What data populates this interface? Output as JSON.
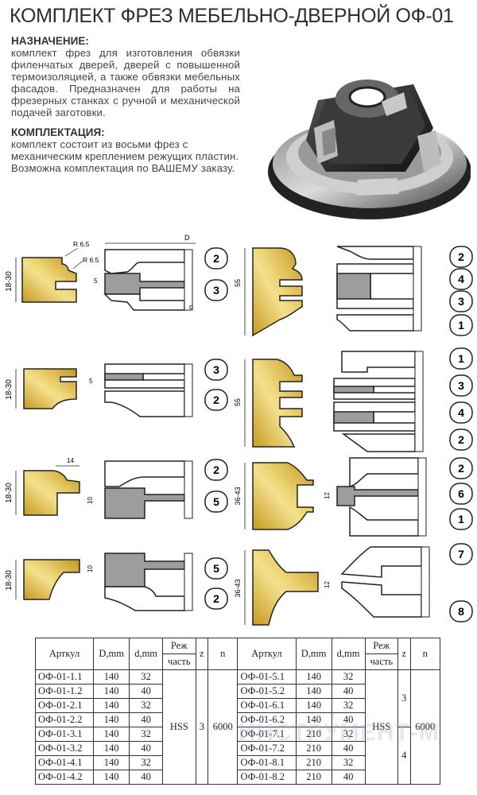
{
  "title": "КОМПЛЕКТ ФРЕЗ МЕБЕЛЬНО-ДВЕРНОЙ ОФ-01",
  "purpose": {
    "heading": "НАЗНАЧЕНИЕ:",
    "text": "комплект фрез для изготовления обвязки филенчатых дверей, дверей с повышенной термоизоляцией, а также обвязки мебельных фасадов. Предназначен для работы на фрезерных станках с ручной и механической подачей заготовки."
  },
  "kit": {
    "heading": "КОМПЛЕКТАЦИЯ:",
    "text1": "комплект состоит из восьми фрез с механическим креплением режущих пластин.",
    "text2": "Возможна комплектация по ВАШЕМУ заказу."
  },
  "drawing": {
    "dims": {
      "h1830": "18-30",
      "h55": "55",
      "h3643": "36-43",
      "r65": "R 6.5",
      "d": "D",
      "d_small": "d",
      "w5": "5",
      "w10": "10",
      "w12": "12",
      "w14": "14"
    },
    "cutters": [
      "1",
      "2",
      "3",
      "4",
      "5",
      "6",
      "7",
      "8"
    ]
  },
  "table": {
    "headers": {
      "article": "Арткул",
      "d_big": "D,mm",
      "d_small": "d,mm",
      "cut_line1": "Реж",
      "cut_line2": "часть",
      "z": "z",
      "n": "n"
    },
    "left_rows": [
      {
        "article": "ОФ-01-1.1",
        "D": "140",
        "d": "32"
      },
      {
        "article": "ОФ-01-1.2",
        "D": "140",
        "d": "40"
      },
      {
        "article": "ОФ-01-2.1",
        "D": "140",
        "d": "32"
      },
      {
        "article": "ОФ-01-2.2",
        "D": "140",
        "d": "40"
      },
      {
        "article": "ОФ-01-3.1",
        "D": "140",
        "d": "32"
      },
      {
        "article": "ОФ-01-3.2",
        "D": "140",
        "d": "40"
      },
      {
        "article": "ОФ-01-4.1",
        "D": "140",
        "d": "32"
      },
      {
        "article": "ОФ-01-4.2",
        "D": "140",
        "d": "40"
      }
    ],
    "right_rows": [
      {
        "article": "ОФ-01-5.1",
        "D": "140",
        "d": "32"
      },
      {
        "article": "ОФ-01-5.2",
        "D": "140",
        "d": "40"
      },
      {
        "article": "ОФ-01-6.1",
        "D": "140",
        "d": "32"
      },
      {
        "article": "ОФ-01-6.2",
        "D": "140",
        "d": "40"
      },
      {
        "article": "ОФ-01-7.1",
        "D": "210",
        "d": "32"
      },
      {
        "article": "ОФ-01-7.2",
        "D": "210",
        "d": "40"
      },
      {
        "article": "ОФ-01-8.1",
        "D": "210",
        "d": "32"
      },
      {
        "article": "ОФ-01-8.2",
        "D": "210",
        "d": "40"
      }
    ],
    "left_cut": "HSS",
    "left_z": "3",
    "left_n": "6000",
    "right_cut": "HSS",
    "right_z_top": "3",
    "right_z_bottom": "4",
    "right_n": "6000"
  },
  "watermark": "ИНСТРУМЕНТ-М",
  "colors": {
    "wood": "#c9a02a",
    "wood_light": "#f0dc86",
    "steel_gray": "#a9a9a9",
    "outline": "#222222",
    "circle_fill": "#ffffff"
  }
}
